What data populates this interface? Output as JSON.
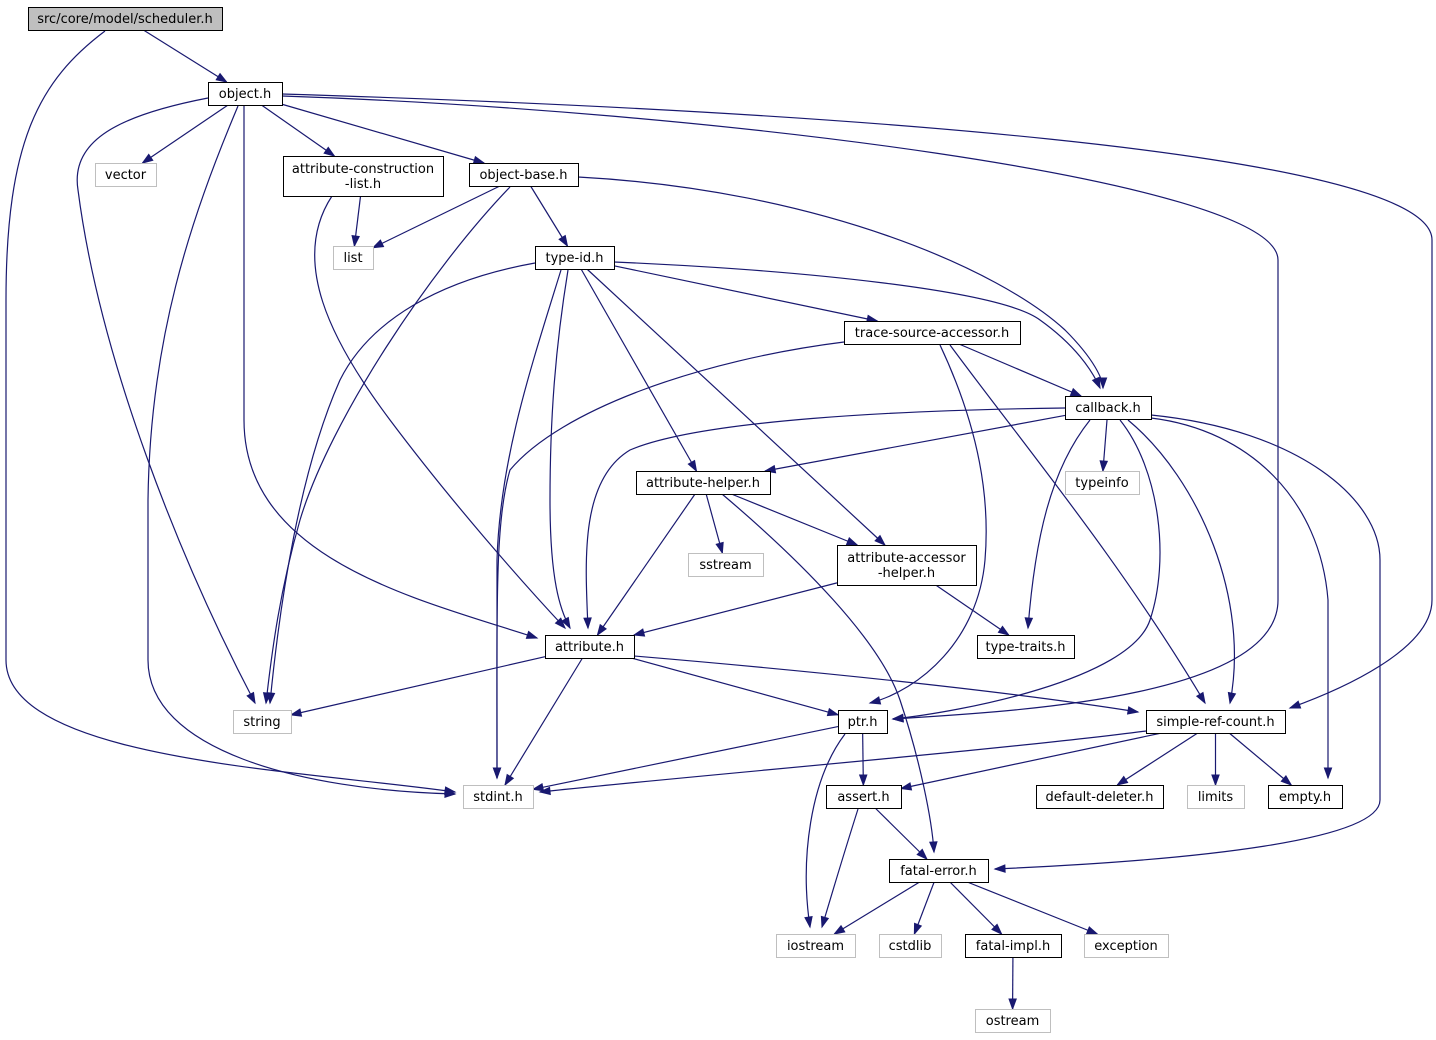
{
  "colors": {
    "edge": "#191970",
    "root_fill": "#bfbfbf",
    "root_stroke": "#000000",
    "node_fill": "#ffffff",
    "internal_stroke": "#000000",
    "external_stroke": "#bfbfbf"
  },
  "nodes": {
    "scheduler": {
      "lines": [
        "src/core/model/scheduler.h"
      ],
      "kind": "root"
    },
    "object": {
      "lines": [
        "object.h"
      ],
      "kind": "internal"
    },
    "vector": {
      "lines": [
        "vector"
      ],
      "kind": "external"
    },
    "acl": {
      "lines": [
        "attribute-construction",
        "-list.h"
      ],
      "kind": "internal"
    },
    "objectbase": {
      "lines": [
        "object-base.h"
      ],
      "kind": "internal"
    },
    "list": {
      "lines": [
        "list"
      ],
      "kind": "external"
    },
    "typeid": {
      "lines": [
        "type-id.h"
      ],
      "kind": "internal"
    },
    "tsa": {
      "lines": [
        "trace-source-accessor.h"
      ],
      "kind": "internal"
    },
    "callback": {
      "lines": [
        "callback.h"
      ],
      "kind": "internal"
    },
    "typeinfo": {
      "lines": [
        "typeinfo"
      ],
      "kind": "external"
    },
    "ahelper": {
      "lines": [
        "attribute-helper.h"
      ],
      "kind": "internal"
    },
    "sstream": {
      "lines": [
        "sstream"
      ],
      "kind": "external"
    },
    "aah": {
      "lines": [
        "attribute-accessor",
        "-helper.h"
      ],
      "kind": "internal"
    },
    "attribute": {
      "lines": [
        "attribute.h"
      ],
      "kind": "internal"
    },
    "typetraits": {
      "lines": [
        "type-traits.h"
      ],
      "kind": "internal"
    },
    "string": {
      "lines": [
        "string"
      ],
      "kind": "external"
    },
    "ptr": {
      "lines": [
        "ptr.h"
      ],
      "kind": "internal"
    },
    "src": {
      "lines": [
        "simple-ref-count.h"
      ],
      "kind": "internal"
    },
    "stdint": {
      "lines": [
        "stdint.h"
      ],
      "kind": "external"
    },
    "assert": {
      "lines": [
        "assert.h"
      ],
      "kind": "internal"
    },
    "dd": {
      "lines": [
        "default-deleter.h"
      ],
      "kind": "internal"
    },
    "limits": {
      "lines": [
        "limits"
      ],
      "kind": "external"
    },
    "empty": {
      "lines": [
        "empty.h"
      ],
      "kind": "internal"
    },
    "fatalerror": {
      "lines": [
        "fatal-error.h"
      ],
      "kind": "internal"
    },
    "iostream": {
      "lines": [
        "iostream"
      ],
      "kind": "external"
    },
    "cstdlib": {
      "lines": [
        "cstdlib"
      ],
      "kind": "external"
    },
    "fatalimpl": {
      "lines": [
        "fatal-impl.h"
      ],
      "kind": "internal"
    },
    "exception": {
      "lines": [
        "exception"
      ],
      "kind": "external"
    },
    "ostream": {
      "lines": [
        "ostream"
      ],
      "kind": "external"
    }
  },
  "edges": [
    [
      "scheduler",
      "object"
    ],
    [
      "scheduler",
      "stdint"
    ],
    [
      "object",
      "vector"
    ],
    [
      "object",
      "acl"
    ],
    [
      "object",
      "objectbase"
    ],
    [
      "object",
      "string"
    ],
    [
      "object",
      "stdint"
    ],
    [
      "object",
      "attribute"
    ],
    [
      "object",
      "ptr"
    ],
    [
      "object",
      "src"
    ],
    [
      "acl",
      "list"
    ],
    [
      "acl",
      "attribute"
    ],
    [
      "objectbase",
      "list"
    ],
    [
      "objectbase",
      "typeid"
    ],
    [
      "objectbase",
      "string"
    ],
    [
      "objectbase",
      "callback"
    ],
    [
      "typeid",
      "tsa"
    ],
    [
      "typeid",
      "callback"
    ],
    [
      "typeid",
      "ahelper"
    ],
    [
      "typeid",
      "aah"
    ],
    [
      "typeid",
      "attribute"
    ],
    [
      "typeid",
      "string"
    ],
    [
      "typeid",
      "stdint"
    ],
    [
      "tsa",
      "callback"
    ],
    [
      "tsa",
      "ptr"
    ],
    [
      "tsa",
      "src"
    ],
    [
      "tsa",
      "stdint"
    ],
    [
      "callback",
      "typeinfo"
    ],
    [
      "callback",
      "ahelper"
    ],
    [
      "callback",
      "attribute"
    ],
    [
      "callback",
      "typetraits"
    ],
    [
      "callback",
      "ptr"
    ],
    [
      "callback",
      "src"
    ],
    [
      "callback",
      "empty"
    ],
    [
      "callback",
      "fatalerror"
    ],
    [
      "ahelper",
      "sstream"
    ],
    [
      "ahelper",
      "aah"
    ],
    [
      "ahelper",
      "attribute"
    ],
    [
      "ahelper",
      "fatalerror"
    ],
    [
      "aah",
      "attribute"
    ],
    [
      "aah",
      "typetraits"
    ],
    [
      "attribute",
      "string"
    ],
    [
      "attribute",
      "ptr"
    ],
    [
      "attribute",
      "src"
    ],
    [
      "attribute",
      "stdint"
    ],
    [
      "ptr",
      "stdint"
    ],
    [
      "ptr",
      "assert"
    ],
    [
      "ptr",
      "iostream"
    ],
    [
      "src",
      "stdint"
    ],
    [
      "src",
      "assert"
    ],
    [
      "src",
      "dd"
    ],
    [
      "src",
      "limits"
    ],
    [
      "src",
      "empty"
    ],
    [
      "assert",
      "fatalerror"
    ],
    [
      "assert",
      "iostream"
    ],
    [
      "fatalerror",
      "iostream"
    ],
    [
      "fatalerror",
      "cstdlib"
    ],
    [
      "fatalerror",
      "fatalimpl"
    ],
    [
      "fatalerror",
      "exception"
    ],
    [
      "fatalimpl",
      "ostream"
    ]
  ]
}
